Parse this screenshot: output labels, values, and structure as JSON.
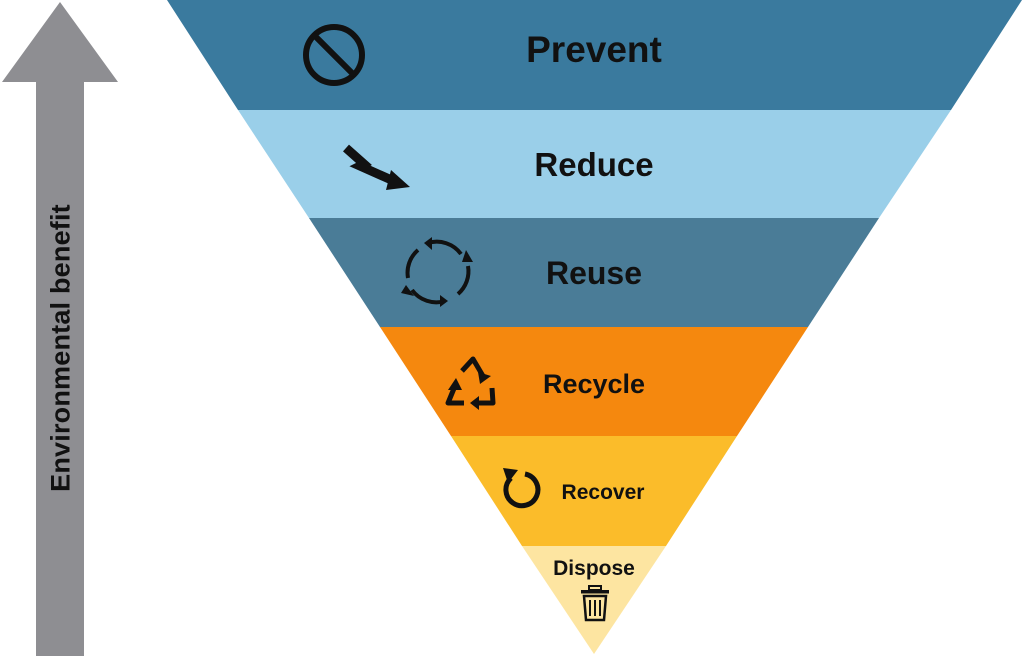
{
  "axis": {
    "label": "Environmental benefit"
  },
  "tiers": [
    {
      "label": "Prevent",
      "color": "#3a7a9e",
      "icon": "prohibited-icon"
    },
    {
      "label": "Reduce",
      "color": "#9acfe9",
      "icon": "zigzag-down-arrow-icon"
    },
    {
      "label": "Reuse",
      "color": "#4a7c97",
      "icon": "circular-arrows-icon"
    },
    {
      "label": "Recycle",
      "color": "#f5880e",
      "icon": "recycle-icon"
    },
    {
      "label": "Recover",
      "color": "#fbbc2a",
      "icon": "counterclockwise-arrow-icon"
    },
    {
      "label": "Dispose",
      "color": "#fde5a1",
      "icon": "trash-can-icon"
    }
  ],
  "colors": {
    "arrow": "#8e8e92",
    "text": "#111111"
  }
}
